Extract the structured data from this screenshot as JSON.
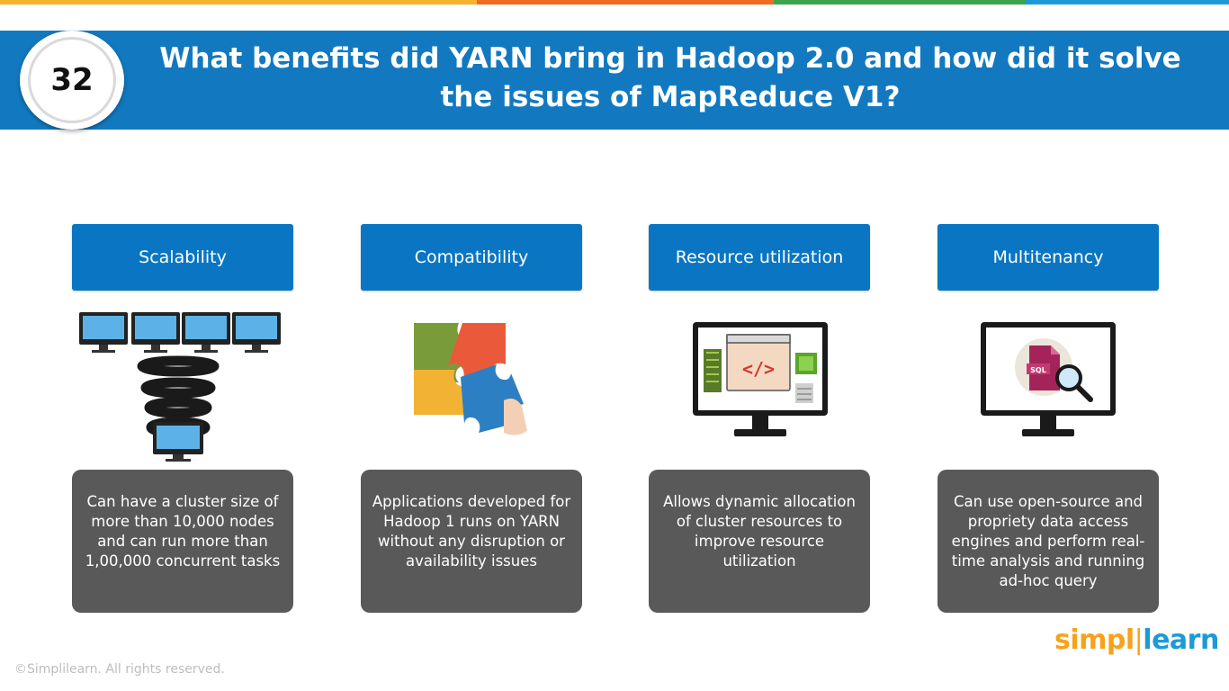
{
  "slide": {
    "number": "32",
    "title_line1": "What benefits did YARN bring in Hadoop 2.0 and how did it solve",
    "title_line2": "the issues of MapReduce V1?"
  },
  "benefits": [
    {
      "heading": "Scalability",
      "icon": "server-cluster-spring-icon",
      "description": "Can have a cluster size of more than 10,000 nodes and can run more than 1,00,000 concurrent tasks"
    },
    {
      "heading": "Compatibility",
      "icon": "puzzle-pieces-icon",
      "description": "Applications developed for Hadoop 1 runs on YARN without any disruption or availability issues"
    },
    {
      "heading": "Resource utilization",
      "icon": "monitor-code-icon",
      "description": "Allows dynamic allocation of cluster resources to improve resource utilization"
    },
    {
      "heading": "Multitenancy",
      "icon": "monitor-sql-search-icon",
      "description": "Can use open-source and propriety data access engines and perform real-time analysis and running ad-hoc query"
    }
  ],
  "footer": {
    "copyright": "©Simplilearn. All rights reserved.",
    "brand_part1": "simpl",
    "brand_part2": "learn"
  },
  "colors": {
    "header_blue": "#1279c0",
    "card_blue": "#0a76c3",
    "card_gray": "#595959",
    "brand_orange": "#f7a21b",
    "brand_blue": "#1d9ad6"
  }
}
